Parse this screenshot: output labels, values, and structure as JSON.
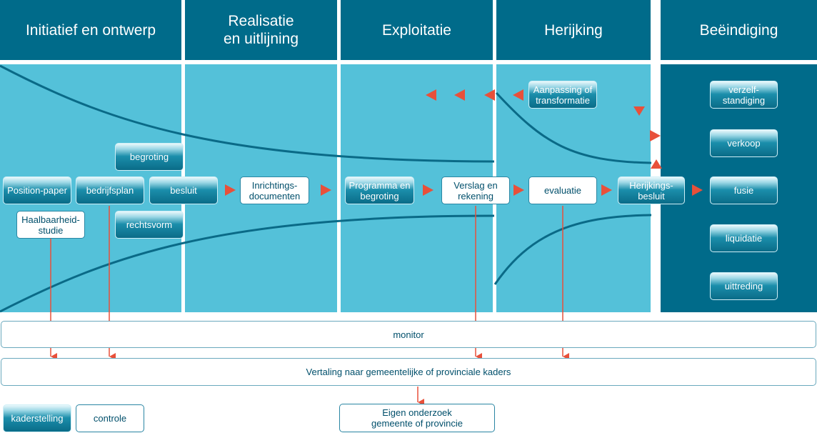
{
  "phases": [
    {
      "label": "Initiatief en ontwerp"
    },
    {
      "label": "Realisatie\nen uitlijning"
    },
    {
      "label": "Exploitatie"
    },
    {
      "label": "Herijking"
    },
    {
      "label": "Beëindiging"
    }
  ],
  "process": {
    "position_paper": "Position-paper",
    "haalbaarheidstudie": "Haalbaarheid-\nstudie",
    "begroting": "begroting",
    "bedrijfsplan": "bedrijfsplan",
    "besluit": "besluit",
    "rechtsvorm": "rechtsvorm",
    "inrichtingsdocumenten": "Inrichtings-\ndocumenten",
    "programma_begroting": "Programma en\nbegroting",
    "verslag_rekening": "Verslag en\nrekening",
    "aanpassing": "Aanpassing of\ntransformatie",
    "evaluatie": "evaluatie",
    "herijkingsbesluit": "Herijkings-\nbesluit"
  },
  "end_options": [
    "verzelf-\nstandiging",
    "verkoop",
    "fusie",
    "liquidatie",
    "uittreding"
  ],
  "monitor": "monitor",
  "vertaling": "Vertaling naar gemeentelijke of provinciale kaders",
  "eigen_onderzoek": "Eigen onderzoek\ngemeente of provincie",
  "legend": {
    "kaderstelling": "kaderstelling",
    "controle": "controle"
  },
  "colors": {
    "dark_teal": "#006b8a",
    "light_teal": "#54c1d9",
    "arrow_red": "#e8503a"
  }
}
